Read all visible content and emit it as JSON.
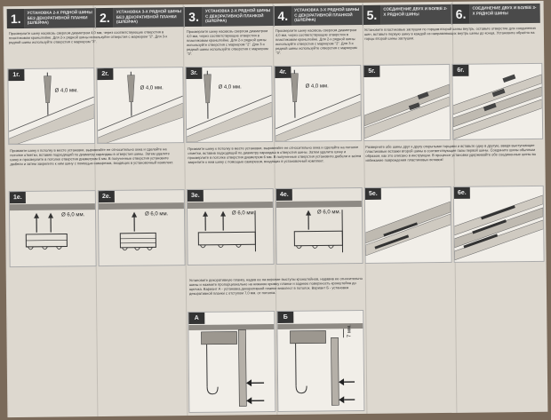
{
  "steps": [
    {
      "num": "1.",
      "title": "Установка 2-х рядной шины без декоративной планки (шлейфа)"
    },
    {
      "num": "2.",
      "title": "Установка 3-х рядной шины без декоративной планки (шлейфа)"
    },
    {
      "num": "3.",
      "title": "Установка 2-х рядной шины с декоративной планкой (шлейфа)"
    },
    {
      "num": "4.",
      "title": "Установка 3-х рядной шины с декоративной планкой (шлейфа)"
    },
    {
      "num": "5.",
      "title": "Соединение двух и более 2-х рядной шины"
    },
    {
      "num": "6.",
      "title": "Соединение двух и более 3-х рядной шины"
    }
  ],
  "top_desc": [
    "Просверлите шину насквозь сверлом диаметром 4,0 мм, через соответствующие отверстия в пластиковом кронштейне. Для 2-х рядной шины используйте отверстия с маркером \"2\". Для 3-х рядной шины используйте отверстия с маркером \"3\".",
    "Просверлите шину насквозь сверлом диаметром 4,0 мм, через соответствующие отверстия в пластиковом кронштейне. Для 2-х рядной шины используйте отверстия с маркером \"2\". Для 3-х рядной шины используйте отверстия с маркером \"3\".",
    "Просверлите шину насквозь сверлом диаметром 4,0 мм, через соответствующие отверстия в пластиковом кронштейне. Для 2-х рядной шины используйте отверстия с маркером \"2\". Для 3-х рядной шины используйте отверстия с маркером \"3\".",
    "Установите пластиковые заглушки по торцам второй шины внутрь, оставьте отверстие для соединения шин, вставьте первую шину в каждой из направляющих внутрь шины до конца. Установите обратно на торцы второй шины заглушки."
  ],
  "panels_top": [
    {
      "label": "1г.",
      "dim": "Ø 4,0 мм."
    },
    {
      "label": "2г.",
      "dim": "Ø 4,0 мм."
    },
    {
      "label": "3г.",
      "dim": "Ø 4,0 мм."
    },
    {
      "label": "4г.",
      "dim": "Ø 4,0 мм."
    },
    {
      "label": "5г.",
      "dim": ""
    },
    {
      "label": "6г.",
      "dim": ""
    }
  ],
  "mid_desc": [
    "Прижмите шину к потолку в месте установки, выровняйте ее относительно окна и сделайте на потолке отметки, вставив подходящий по диаметру карандаш в отверстия шины. Затем удалите шину и просверлите в потолке отверстия диаметром 6 мм. В полученные отверстия установите дюбели и затем закрепите к ним шину с помощью саморезов, входящих в установочный комплект.",
    "Прижмите шину к потолку в месте установки, выровняйте ее относительно окна и сделайте на потолке отметки, вставив подходящий по диаметру карандаш в отверстия шины. Затем удалите шину и просверлите в потолке отверстия диаметром 6 мм. В полученные отверстия установите дюбели и затем закрепите к ним шину с помощью саморезов, входящих в установочный комплект.",
    "Разверните обе шины друг к другу открытыми торцами и вставьте одну в другую, введя выступающие пластиковые вставки второй шины в соответствующие пазы первой шины. Соедините шины обычным образом, как это описано в инструкции. В процессе установки удерживайте обе соединенные шины во избежание повреждения пластиковых вставок!"
  ],
  "panels_bottom": [
    {
      "label": "1е.",
      "dim": "Ø 6,0 мм."
    },
    {
      "label": "2е.",
      "dim": "Ø 6,0 мм."
    },
    {
      "label": "3е.",
      "dim": "Ø 6,0 мм."
    },
    {
      "label": "4е.",
      "dim": "Ø 6,0 мм."
    },
    {
      "label": "5е.",
      "dim": ""
    },
    {
      "label": "6е.",
      "dim": ""
    }
  ],
  "final_desc": "Установите декоративную планку, надев ее на верхние выступы кронштейнов, надавив ее относительно шины и нажмите пропорционально на нижнюю кромку планки и заднюю поверхность кронштейна до щелчка. Вариант А - установка декоративной планки внахлест в потолок. Вариант Б - установка декоративной планки с отступом 7,0 мм. от потолка.",
  "final_panels": [
    {
      "label": "А"
    },
    {
      "label": "Б",
      "dim": "7 мм."
    }
  ]
}
